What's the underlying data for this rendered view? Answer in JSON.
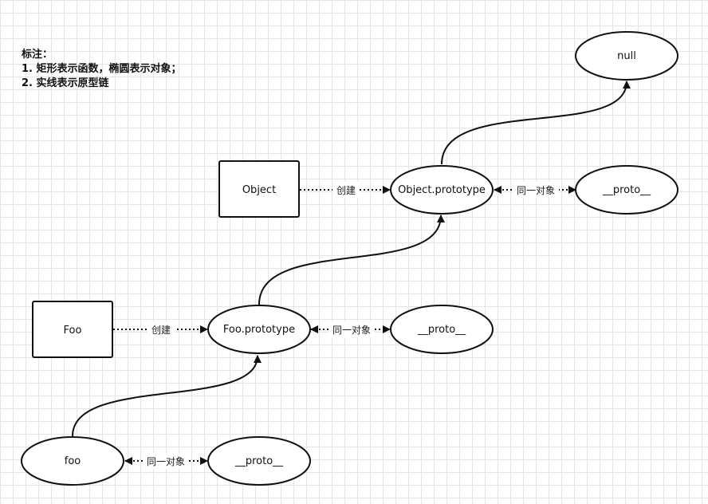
{
  "notes": {
    "title": "标注：",
    "line1": "1. 矩形表示函数，椭圆表示对象；",
    "line2": "2. 实线表示原型链"
  },
  "nodes": {
    "null": "null",
    "object_fn": "Object",
    "object_prototype": "Object.prototype",
    "object_proto_proto": "__proto__",
    "foo_fn": "Foo",
    "foo_prototype": "Foo.prototype",
    "foo_proto_proto": "__proto__",
    "foo_instance": "foo",
    "foo_instance_proto": "__proto__"
  },
  "edge_labels": {
    "object_creates": "创建",
    "object_same": "同一对象",
    "foo_creates": "创建",
    "foo_same": "同一对象",
    "instance_same": "同一对象"
  }
}
